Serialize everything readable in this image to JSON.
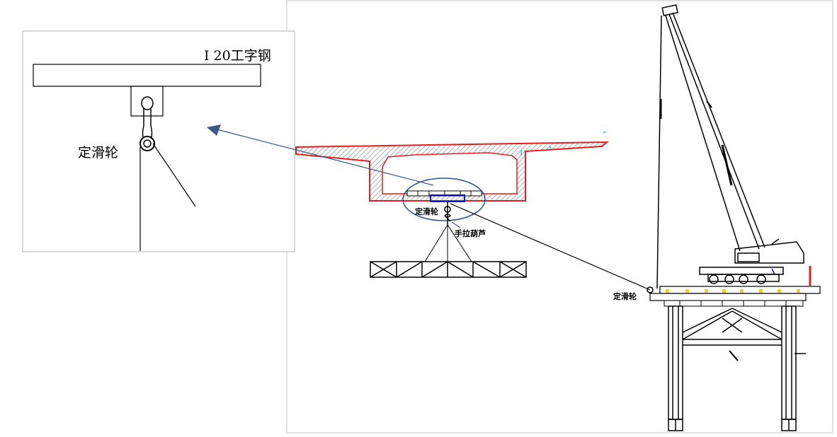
{
  "labels": {
    "i_beam": "I 20工字钢",
    "fixed_pulley_detail": "定滑轮",
    "fixed_pulley_girder": "定滑轮",
    "chain_hoist": "手拉葫芦",
    "fixed_pulley_platform": "定滑轮"
  },
  "colors": {
    "girder_outline": "#e02020",
    "arrow": "#3a5a8c",
    "highlight_ellipse": "#2c4f86",
    "anchor_rect": "#1010c0",
    "accent_red": "#e02020",
    "bolt_yellow": "#e8d21c",
    "cyan_marks": "#29c9d9"
  },
  "icons": {
    "arrow": "arrow-head-icon",
    "pulley": "pulley-icon"
  }
}
